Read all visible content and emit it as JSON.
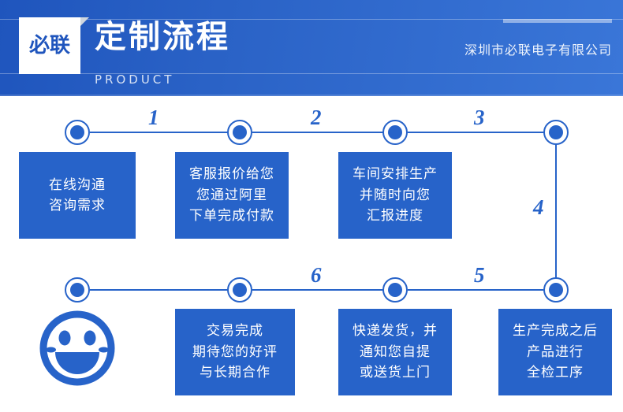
{
  "header": {
    "logo_text": "必联",
    "title": "定制流程",
    "subtitle": "PRODUCT",
    "company": "深圳市必联电子有限公司",
    "bg_color": "#2a62c6",
    "accent_color": "#2763c9"
  },
  "flow": {
    "numbers": [
      "1",
      "2",
      "3",
      "4",
      "5",
      "6"
    ],
    "steps": [
      {
        "number": "1",
        "lines": [
          "在线沟通",
          "咨询需求"
        ]
      },
      {
        "number": "2",
        "lines": [
          "客服报价给您",
          "您通过阿里",
          "下单完成付款"
        ]
      },
      {
        "number": "3",
        "lines": [
          "车间安排生产",
          "并随时向您",
          "汇报进度"
        ]
      },
      {
        "number": "4",
        "lines": [
          "生产完成之后",
          "产品进行",
          "全检工序"
        ]
      },
      {
        "number": "5",
        "lines": [
          "快递发货，并",
          "通知您自提",
          "或送货上门"
        ]
      },
      {
        "number": "6",
        "lines": [
          "交易完成",
          "期待您的好评",
          "与长期合作"
        ]
      }
    ],
    "end_icon": "smiley-face-icon"
  }
}
